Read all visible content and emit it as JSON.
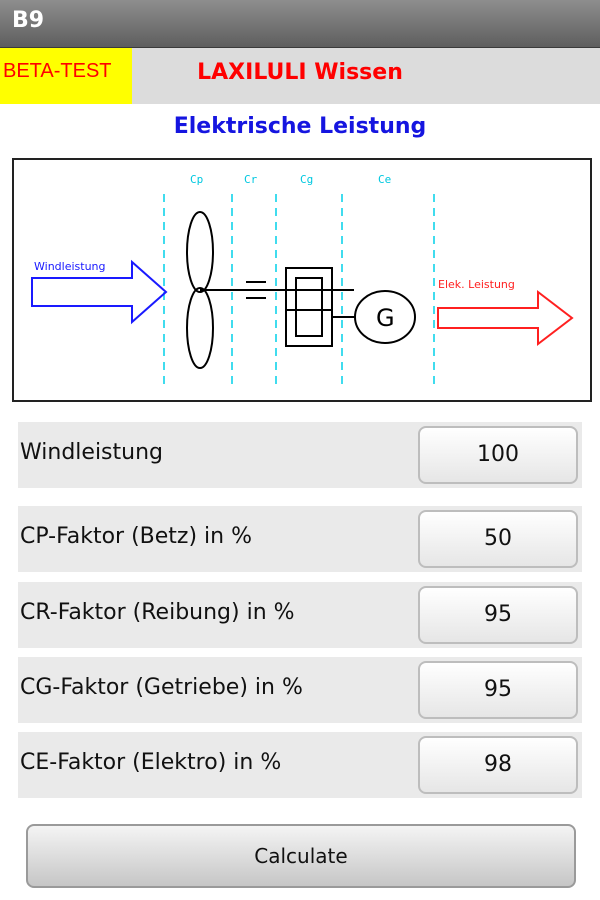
{
  "window": {
    "title": "B9"
  },
  "header": {
    "beta_label": "BETA-TEST",
    "app_name": "LAXILULI Wissen"
  },
  "page": {
    "title": "Elektrische Leistung"
  },
  "diagram": {
    "labels": {
      "cp": "Cp",
      "cr": "Cr",
      "cg": "Cg",
      "ce": "Ce",
      "wind": "Windleistung",
      "elec": "Elek. Leistung",
      "generator": "G"
    },
    "colors": {
      "wind_arrow": "#1a1aff",
      "elec_arrow": "#ff2020",
      "divider": "#00d0e8",
      "machine": "#000000"
    }
  },
  "form": {
    "rows": [
      {
        "label": "Windleistung",
        "value": "100"
      },
      {
        "label": "CP-Faktor (Betz) in %",
        "value": "50"
      },
      {
        "label": "CR-Faktor (Reibung) in %",
        "value": "95"
      },
      {
        "label": "CG-Faktor (Getriebe) in %",
        "value": "95"
      },
      {
        "label": "CE-Faktor (Elektro) in %",
        "value": "98"
      }
    ]
  },
  "actions": {
    "calculate_label": "Calculate"
  }
}
